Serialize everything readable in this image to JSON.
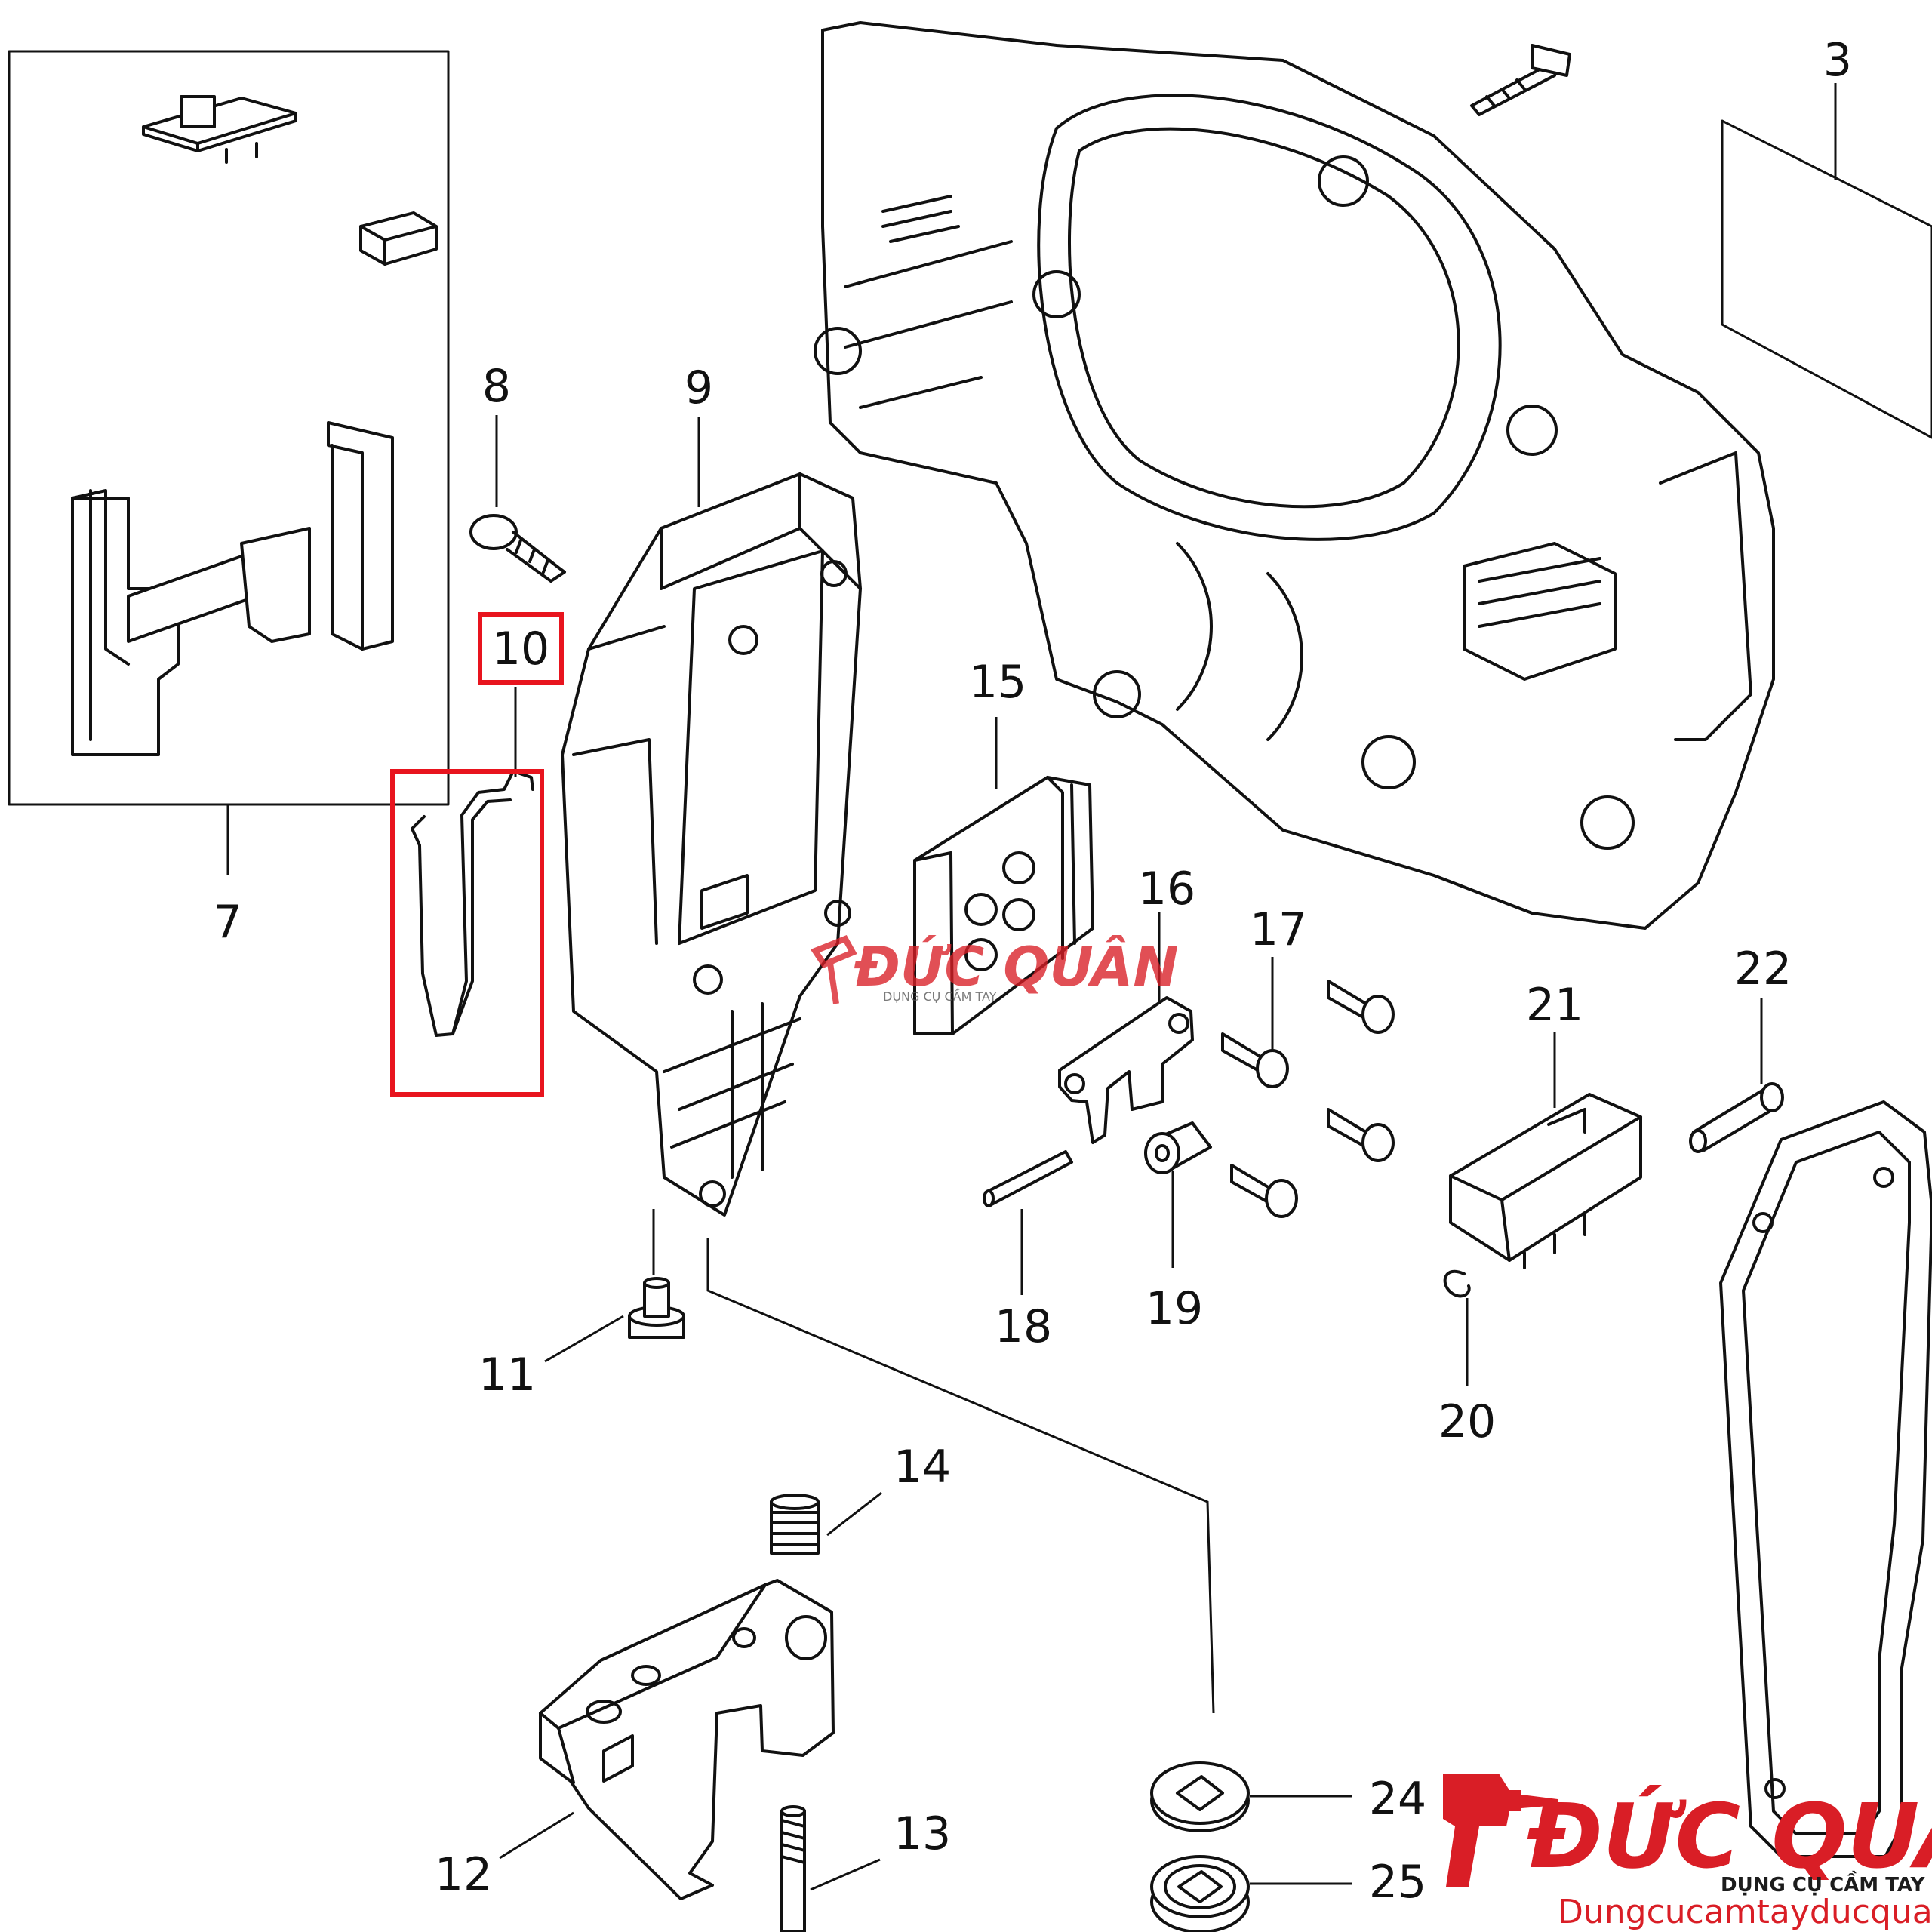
{
  "callouts": {
    "p3": "3",
    "p7": "7",
    "p8": "8",
    "p9": "9",
    "p10": "10",
    "p11": "11",
    "p12": "12",
    "p13": "13",
    "p14": "14",
    "p15": "15",
    "p16": "16",
    "p17": "17",
    "p18": "18",
    "p19": "19",
    "p20": "20",
    "p21": "21",
    "p22": "22",
    "p24": "24",
    "p25": "25"
  },
  "highlight": {
    "part": "10",
    "color": "#e8141e"
  },
  "colors": {
    "line": "#111111",
    "brand_red": "#d91e26",
    "brand_dark": "#1c1c1c"
  },
  "logo": {
    "title": "ĐỨC QUÂN",
    "subtitle": "DỤNG CỤ CẦM TAY",
    "url": "Dungcucamtayducquan.com",
    "icon": "drill-icon"
  },
  "watermark": {
    "title": "ĐỨC QUÂN",
    "subtitle": "DỤNG CỤ CẦM TAY"
  }
}
